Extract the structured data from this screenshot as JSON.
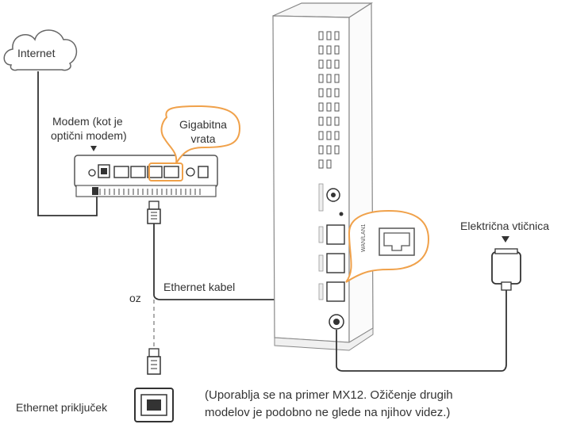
{
  "labels": {
    "internet": "Internet",
    "modem_line1": "Modem (kot je",
    "modem_line2": "optični modem)",
    "gigabit_line1": "Gigabitna",
    "gigabit_line2": "vrata",
    "ethernet_cable": "Ethernet kabel",
    "or": "oz",
    "ethernet_jack": "Ethernet priključek",
    "power_outlet": "Električna vtičnica",
    "note_line1": "(Uporablja se na primer MX12. Ožičenje drugih",
    "note_line2": "modelov je podobno ne glede na njihov videz.)"
  },
  "colors": {
    "accent": "#f0a14a",
    "line": "#333333",
    "device": "#ffffff",
    "shadow": "#e6e6e6"
  }
}
